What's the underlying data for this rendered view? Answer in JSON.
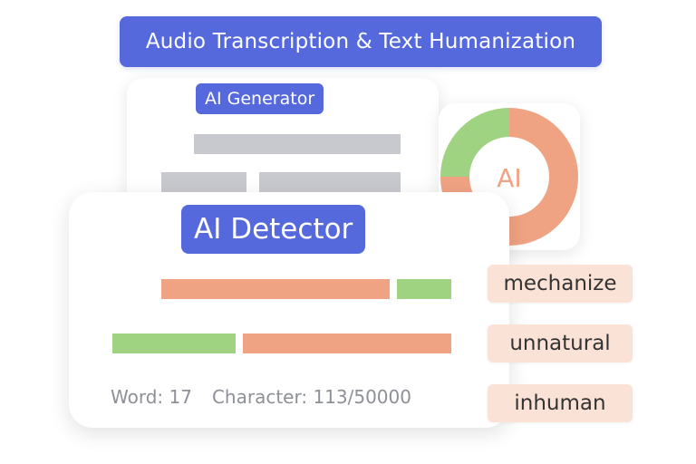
{
  "banner": {
    "title": "Audio Transcription & Text Humanization"
  },
  "generator": {
    "label": "AI Generator"
  },
  "donut": {
    "label": "AI",
    "ai_fraction": 0.75,
    "human_fraction": 0.25,
    "colors": {
      "ai": "#f0a383",
      "human": "#9fd382"
    }
  },
  "detector": {
    "label": "AI Detector",
    "stats": {
      "word": "Word: 17",
      "character": "Character: 113/50000"
    }
  },
  "tags": [
    "mechanize",
    "unnatural",
    "inhuman"
  ],
  "colors": {
    "accent": "#5569dd",
    "ai_segment": "#f0a383",
    "human_segment": "#9fd382",
    "placeholder": "#c8c9ce",
    "tag_bg": "#fbe2d6"
  }
}
